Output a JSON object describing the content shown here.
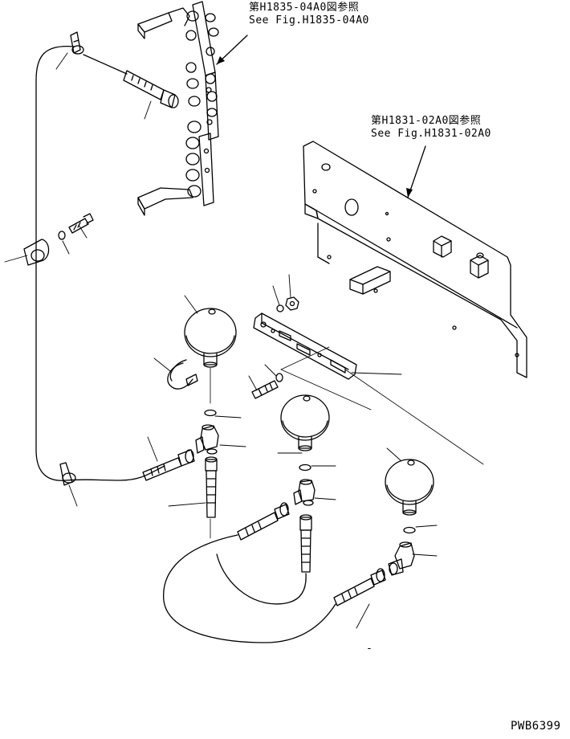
{
  "references": {
    "upper": {
      "line1": "第H1835-04A0図参照",
      "line2": "See Fig.H1835-04A0"
    },
    "right": {
      "line1": "第H1831-02A0図参照",
      "line2": "See Fig.H1831-02A0"
    }
  },
  "drawing_code": "PWB6399",
  "small_mark": "-",
  "colors": {
    "line": "#000000",
    "background": "#ffffff"
  }
}
